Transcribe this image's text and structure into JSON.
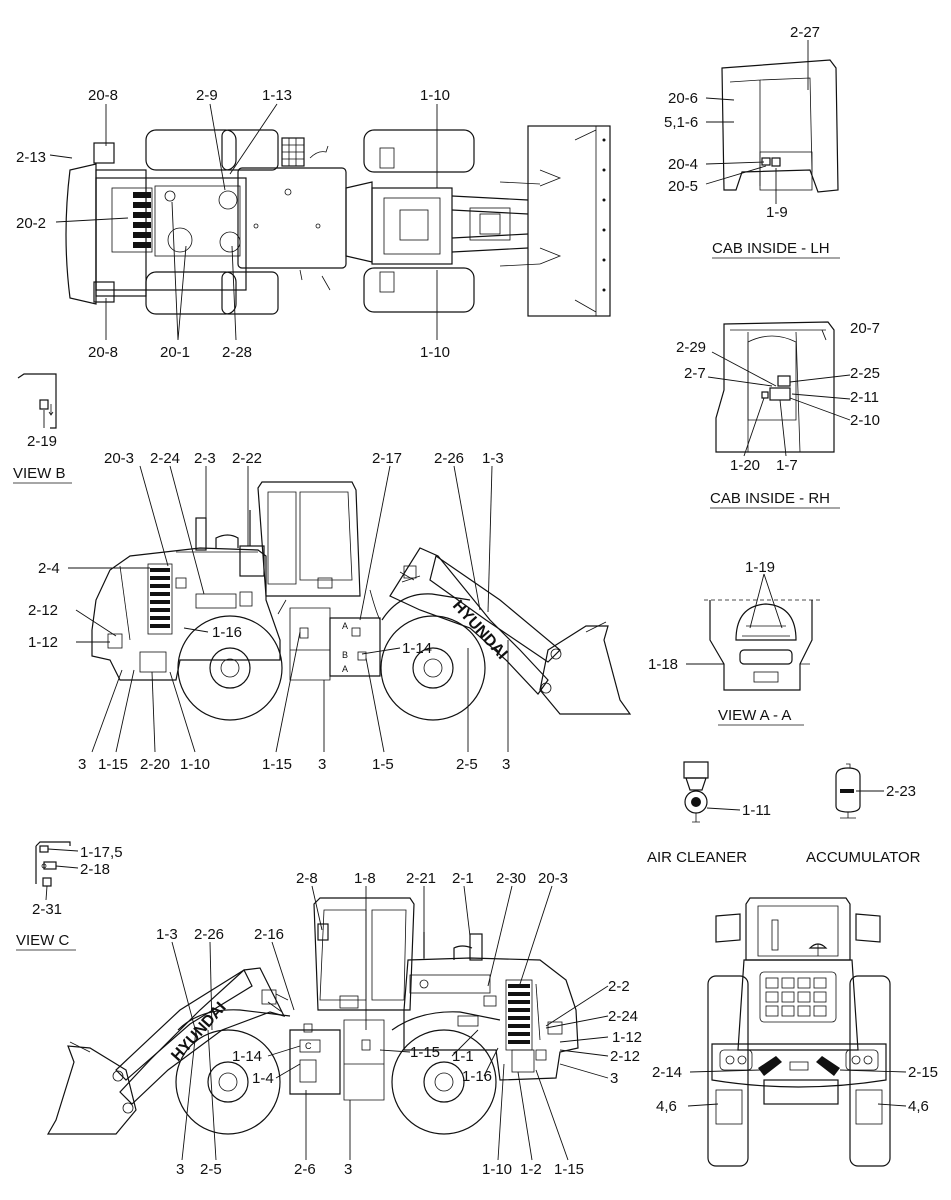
{
  "callouts": {
    "c_top_20_8a": "20-8",
    "c_top_2_13": "2-13",
    "c_top_20_2": "20-2",
    "c_top_2_9": "2-9",
    "c_top_1_13": "1-13",
    "c_top_1_10a": "1-10",
    "c_top_20_8b": "20-8",
    "c_top_20_1": "20-1",
    "c_top_2_28": "2-28",
    "c_top_1_10b": "1-10",
    "c_vb_2_19": "2-19",
    "c_lh_2_27": "2-27",
    "c_lh_20_6": "20-6",
    "c_lh_5_1_6": "5,1-6",
    "c_lh_20_4": "20-4",
    "c_lh_20_5": "20-5",
    "c_lh_1_9": "1-9",
    "c_rh_20_7": "20-7",
    "c_rh_2_29": "2-29",
    "c_rh_2_7": "2-7",
    "c_rh_2_25": "2-25",
    "c_rh_2_11": "2-11",
    "c_rh_2_10": "2-10",
    "c_rh_1_20": "1-20",
    "c_rh_1_7": "1-7",
    "c_s1_20_3": "20-3",
    "c_s1_2_24": "2-24",
    "c_s1_2_3": "2-3",
    "c_s1_2_22": "2-22",
    "c_s1_2_17": "2-17",
    "c_s1_2_26": "2-26",
    "c_s1_1_3": "1-3",
    "c_s1_2_4": "2-4",
    "c_s1_2_12": "2-12",
    "c_s1_1_12": "1-12",
    "c_s1_1_16": "1-16",
    "c_s1_1_14": "1-14",
    "c_s1_b3a": "3",
    "c_s1_b1_15a": "1-15",
    "c_s1_b2_20": "2-20",
    "c_s1_b1_10": "1-10",
    "c_s1_b1_15b": "1-15",
    "c_s1_b3b": "3",
    "c_s1_b1_5": "1-5",
    "c_s1_b2_5": "2-5",
    "c_s1_b3c": "3",
    "c_aa_1_19": "1-19",
    "c_aa_1_18": "1-18",
    "c_ac_1_11": "1-11",
    "c_acc_2_23": "2-23",
    "c_vc_1_17_5": "1-17,5",
    "c_vc_2_18": "2-18",
    "c_vc_2_31": "2-31",
    "c_s2_2_8": "2-8",
    "c_s2_1_8": "1-8",
    "c_s2_2_21": "2-21",
    "c_s2_2_1": "2-1",
    "c_s2_2_30": "2-30",
    "c_s2_20_3": "20-3",
    "c_s2_1_3": "1-3",
    "c_s2_2_26": "2-26",
    "c_s2_2_16": "2-16",
    "c_s2_2_2": "2-2",
    "c_s2_2_24": "2-24",
    "c_s2_1_12": "1-12",
    "c_s2_2_12": "2-12",
    "c_s2_3r": "3",
    "c_s2_1_14": "1-14",
    "c_s2_1_4": "1-4",
    "c_s2_1_15": "1-15",
    "c_s2_1_1": "1-1",
    "c_s2_1_16": "1-16",
    "c_s2_b3a": "3",
    "c_s2_b2_5": "2-5",
    "c_s2_b2_6": "2-6",
    "c_s2_b3b": "3",
    "c_s2_b1_10": "1-10",
    "c_s2_b1_2": "1-2",
    "c_s2_b1_15": "1-15",
    "c_fr_2_14": "2-14",
    "c_fr_2_15": "2-15",
    "c_fr_4_6a": "4,6",
    "c_fr_4_6b": "4,6"
  },
  "view_titles": {
    "view_b": "VIEW B",
    "cab_lh": "CAB INSIDE - LH",
    "cab_rh": "CAB INSIDE - RH",
    "view_aa": "VIEW A - A",
    "air_cleaner": "AIR CLEANER",
    "accumulator": "ACCUMULATOR",
    "view_c": "VIEW C"
  },
  "machine_text": {
    "brand": "HYUNDAI",
    "marker_a": "A",
    "marker_b": "B",
    "marker_c": "C"
  }
}
